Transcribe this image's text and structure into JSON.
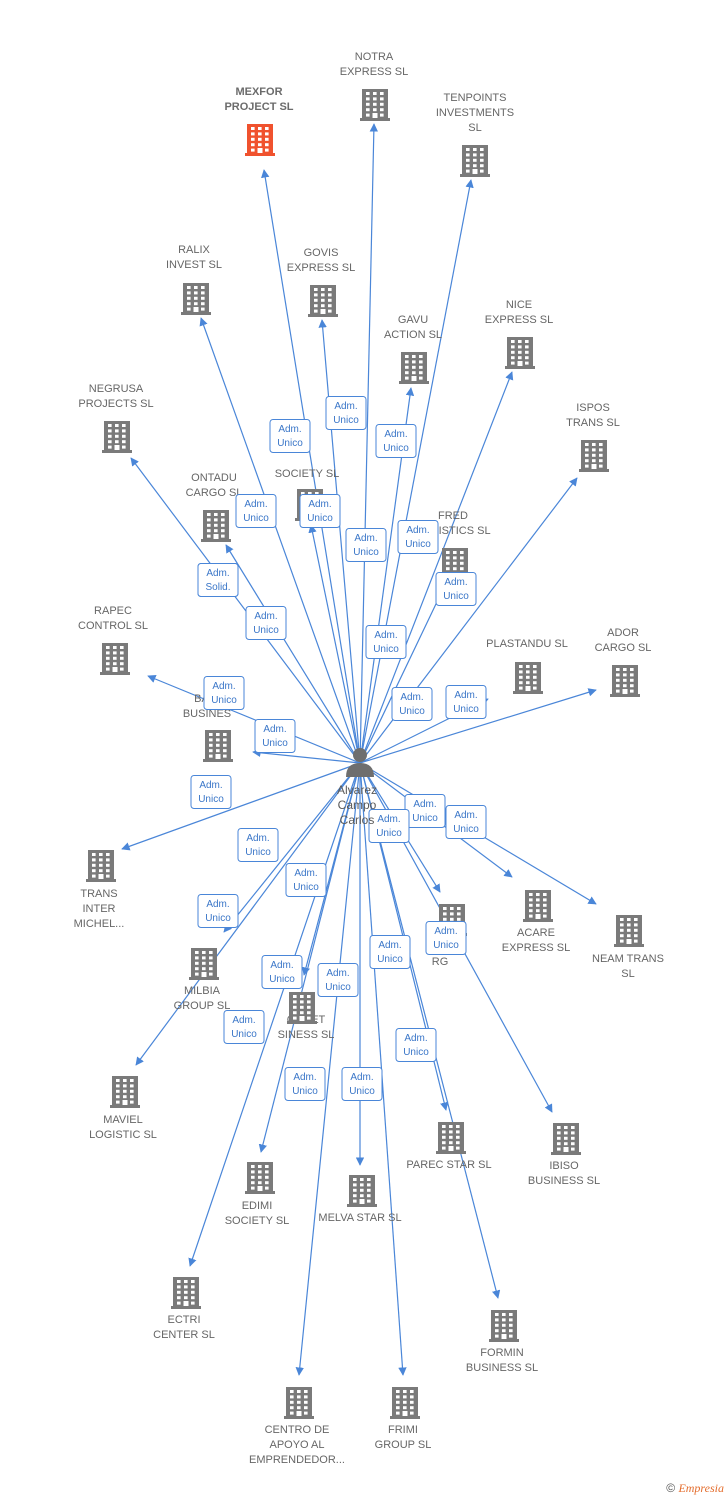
{
  "colors": {
    "edge": "#4a86d8",
    "building": "#7a7a7a",
    "highlight": "#f0522e",
    "person": "#6e6e6e"
  },
  "person": {
    "lines": [
      "Alvarez",
      "Campo",
      "Carlos"
    ],
    "icon": "person-icon"
  },
  "companies": [
    {
      "id": "mexfor",
      "lines": [
        "MEXFOR",
        "PROJECT SL"
      ],
      "highlight": true
    },
    {
      "id": "notra",
      "lines": [
        "NOTRA",
        "EXPRESS SL"
      ]
    },
    {
      "id": "tenpoints",
      "lines": [
        "TENPOINTS",
        "INVESTMENTS",
        "SL"
      ]
    },
    {
      "id": "ralix",
      "lines": [
        "RALIX",
        "INVEST SL"
      ]
    },
    {
      "id": "govis",
      "lines": [
        "GOVIS",
        "EXPRESS SL"
      ]
    },
    {
      "id": "gavu",
      "lines": [
        "GAVU",
        "ACTION SL"
      ]
    },
    {
      "id": "nice",
      "lines": [
        "NICE",
        "EXPRESS SL"
      ]
    },
    {
      "id": "negrusa",
      "lines": [
        "NEGRUSA",
        "PROJECTS SL"
      ]
    },
    {
      "id": "ispos",
      "lines": [
        "ISPOS",
        "TRANS SL"
      ]
    },
    {
      "id": "society",
      "lines": [
        "SOCIETY SL"
      ]
    },
    {
      "id": "ontadu",
      "lines": [
        "ONTADU",
        "CARGO SL"
      ]
    },
    {
      "id": "fred",
      "lines": [
        "FRED",
        "LOGISTICS SL"
      ]
    },
    {
      "id": "rapec",
      "lines": [
        "RAPEC",
        "CONTROL SL"
      ]
    },
    {
      "id": "plastandu",
      "lines": [
        "PLASTANDU SL"
      ]
    },
    {
      "id": "ador",
      "lines": [
        "ADOR",
        "CARGO SL"
      ]
    },
    {
      "id": "badi",
      "lines": [
        "BADI",
        "BUSINES"
      ]
    },
    {
      "id": "trans",
      "lines": [
        "TRANS",
        "INTER",
        "MICHEL..."
      ]
    },
    {
      "id": "acare",
      "lines": [
        "ACARE",
        "EXPRESS SL"
      ]
    },
    {
      "id": "neam",
      "lines": [
        "NEAM TRANS",
        "SL"
      ]
    },
    {
      "id": "log",
      "lines": [
        "LOG",
        "RG"
      ]
    },
    {
      "id": "milbia",
      "lines": [
        "MILBIA",
        "GROUP SL"
      ]
    },
    {
      "id": "guret",
      "lines": [
        "GURET",
        "SINESS SL"
      ]
    },
    {
      "id": "maviel",
      "lines": [
        "MAVIEL",
        "LOGISTIC SL"
      ]
    },
    {
      "id": "ibiso",
      "lines": [
        "IBISO",
        "BUSINESS SL"
      ]
    },
    {
      "id": "parec",
      "lines": [
        "PAREC STAR SL"
      ]
    },
    {
      "id": "edimi",
      "lines": [
        "EDIMI",
        "SOCIETY SL"
      ]
    },
    {
      "id": "melva",
      "lines": [
        "MELVA STAR SL"
      ]
    },
    {
      "id": "ectri",
      "lines": [
        "ECTRI",
        "CENTER SL"
      ]
    },
    {
      "id": "formin",
      "lines": [
        "FORMIN",
        "BUSINESS SL"
      ]
    },
    {
      "id": "centro",
      "lines": [
        "CENTRO DE",
        "APOYO AL",
        "EMPRENDEDOR..."
      ]
    },
    {
      "id": "frimi",
      "lines": [
        "FRIMI",
        "GROUP SL"
      ]
    }
  ],
  "relations": [
    {
      "to": "mexfor",
      "role": [
        "Adm.",
        "Unico"
      ]
    },
    {
      "to": "notra",
      "role": [
        "Adm.",
        "Unico"
      ]
    },
    {
      "to": "tenpoints",
      "role": [
        "Adm.",
        "Unico"
      ]
    },
    {
      "to": "ralix",
      "role": [
        "Adm.",
        "Unico"
      ]
    },
    {
      "to": "govis",
      "role": [
        "Adm.",
        "Unico"
      ]
    },
    {
      "to": "gavu",
      "role": [
        "Adm.",
        "Unico"
      ]
    },
    {
      "to": "nice",
      "role": [
        "Adm.",
        "Unico"
      ]
    },
    {
      "to": "negrusa",
      "role": [
        "Adm.",
        "Unico"
      ]
    },
    {
      "to": "ispos",
      "role": [
        "Adm.",
        "Unico"
      ]
    },
    {
      "to": "society",
      "role": [
        "Adm.",
        "Unico"
      ]
    },
    {
      "to": "ontadu",
      "role": [
        "Adm.",
        "Solid."
      ]
    },
    {
      "to": "fred",
      "role": [
        "Adm.",
        "Unico"
      ]
    },
    {
      "to": "rapec",
      "role": [
        "Adm.",
        "Unico"
      ]
    },
    {
      "to": "plastandu",
      "role": [
        "Adm.",
        "Unico"
      ]
    },
    {
      "to": "ador",
      "role": [
        "Adm.",
        "Unico"
      ]
    },
    {
      "to": "badi",
      "role": [
        "Adm.",
        "Unico"
      ]
    },
    {
      "to": "trans",
      "role": [
        "Adm.",
        "Unico"
      ]
    },
    {
      "to": "acare",
      "role": [
        "Adm.",
        "Unico"
      ]
    },
    {
      "to": "neam",
      "role": [
        "Adm.",
        "Unico"
      ]
    },
    {
      "to": "log",
      "role": [
        "Adm.",
        "Unico"
      ]
    },
    {
      "to": "milbia",
      "role": [
        "Adm.",
        "Unico"
      ]
    },
    {
      "to": "guret",
      "role": [
        "Adm.",
        "Unico"
      ]
    },
    {
      "to": "maviel",
      "role": [
        "Adm.",
        "Unico"
      ]
    },
    {
      "to": "ibiso",
      "role": [
        "Adm.",
        "Unico"
      ]
    },
    {
      "to": "parec",
      "role": [
        "Adm.",
        "Unico"
      ]
    },
    {
      "to": "edimi",
      "role": [
        "Adm.",
        "Unico"
      ]
    },
    {
      "to": "melva",
      "role": [
        "Adm.",
        "Unico"
      ]
    },
    {
      "to": "ectri",
      "role": [
        "Adm.",
        "Unico"
      ]
    },
    {
      "to": "formin",
      "role": [
        "Adm.",
        "Unico"
      ]
    },
    {
      "to": "centro",
      "role": [
        "Adm.",
        "Unico"
      ]
    },
    {
      "to": "frimi",
      "role": [
        "Adm.",
        "Unico"
      ]
    }
  ],
  "footer": {
    "copyright": "©",
    "brand": "Empresia"
  }
}
